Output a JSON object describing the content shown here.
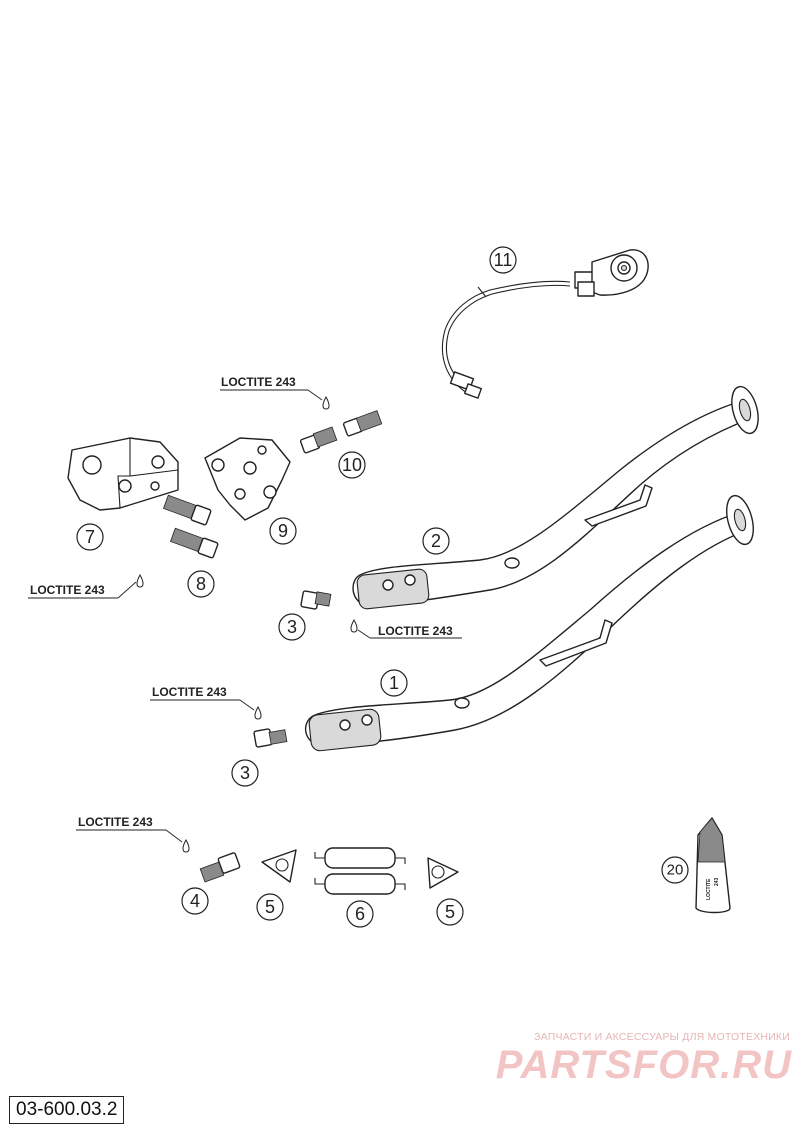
{
  "callouts": {
    "c1": "1",
    "c2": "2",
    "c3a": "3",
    "c3b": "3",
    "c4": "4",
    "c5a": "5",
    "c5b": "5",
    "c6": "6",
    "c7": "7",
    "c8": "8",
    "c9": "9",
    "c10": "10",
    "c11": "11",
    "c20": "20"
  },
  "loctite": {
    "l1": "LOCTITE 243",
    "l2": "LOCTITE 243",
    "l3": "LOCTITE 243",
    "l4": "LOCTITE 243",
    "l5": "LOCTITE 243"
  },
  "bottle": {
    "brand": "LOCTITE",
    "number": "243"
  },
  "reference_code": "03-600.03.2",
  "watermark": {
    "subtitle": "ЗАПЧАСТИ И АКСЕССУАРЫ ДЛЯ МОТОТЕХНИКИ",
    "brand": "PARTSFOR.RU"
  }
}
